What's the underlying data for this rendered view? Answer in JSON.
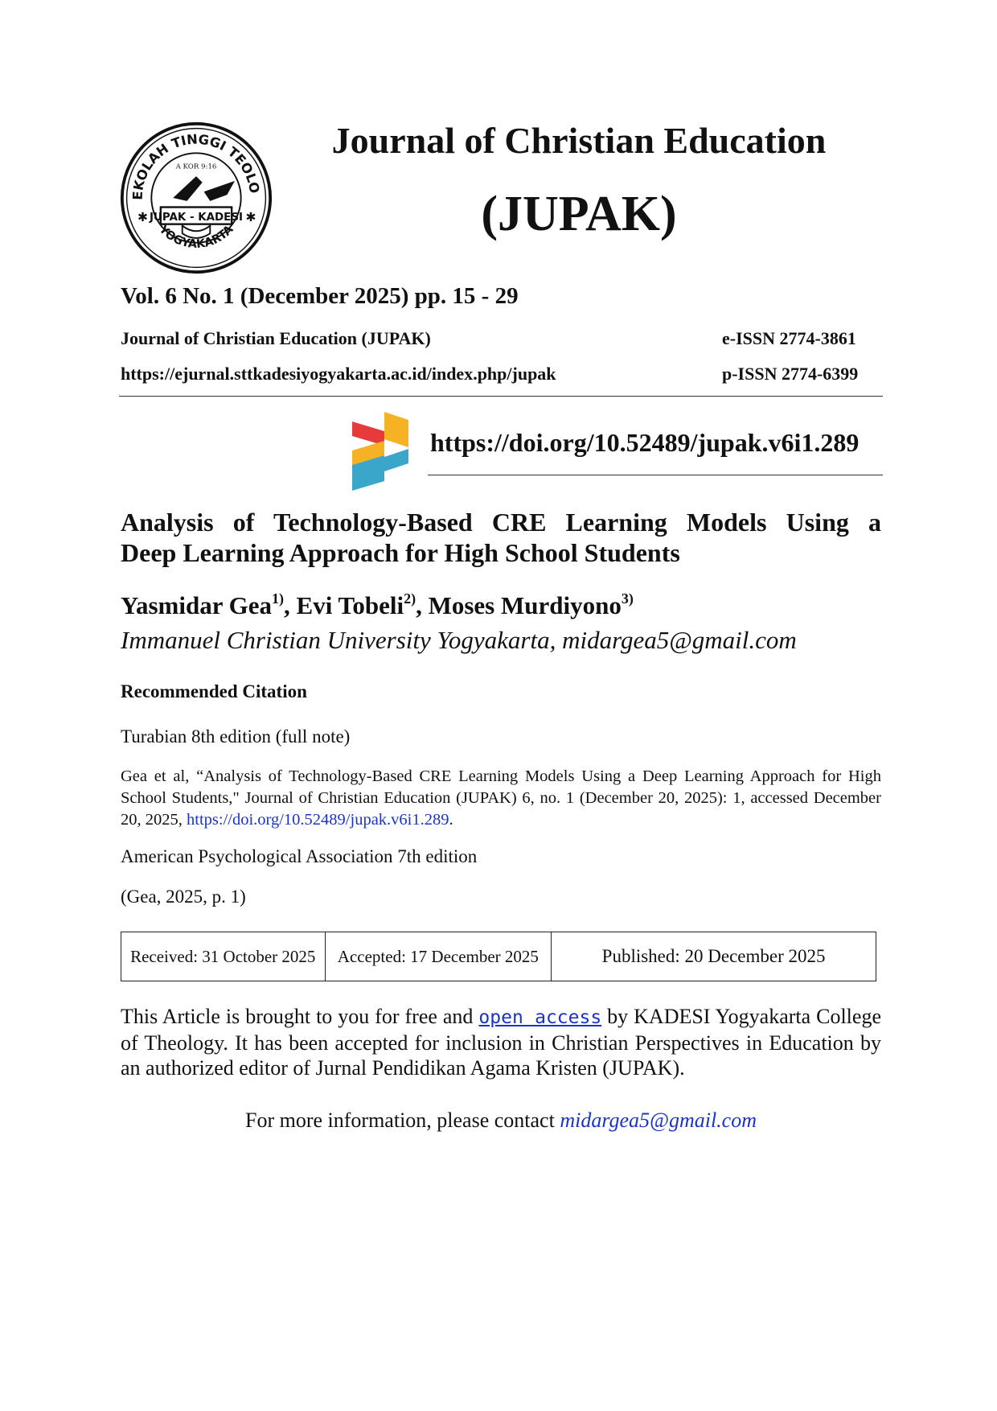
{
  "header": {
    "logo_text_top": "SEKOLAH TINGGI TEOLOGI",
    "logo_text_band": "JUPAK - KADESI",
    "logo_text_bottom": "YOGYAKARTA",
    "logo_text_small": "A KOR 9:16",
    "journal_title": "Journal of Christian Education",
    "journal_abbr": "(JUPAK)",
    "volume_line": "Vol. 6 No. 1 (December 2025) pp. 15 - 29",
    "journal_name_line": "Journal of Christian Education (JUPAK)",
    "journal_url": "https://ejurnal.sttkadesiyogyakarta.ac.id/index.php/jupak",
    "e_issn": "e-ISSN 2774-3861",
    "p_issn": "p-ISSN 2774-6399",
    "doi": "https://doi.org/10.52489/jupak.v6i1.289"
  },
  "article": {
    "title_line1": "Analysis of Technology-Based CRE Learning Models Using a",
    "title_line2": "Deep Learning Approach for High School Students",
    "authors": [
      {
        "name": "Yasmidar Gea",
        "mark": "1)"
      },
      {
        "name": "Evi Tobeli",
        "mark": "2)"
      },
      {
        "name": "Moses Murdiyono",
        "mark": "3)"
      }
    ],
    "author_sep": ", ",
    "affiliation": "Immanuel Christian University Yogyakarta, midargea5@gmail.com"
  },
  "citation": {
    "heading": "Recommended Citation",
    "style1_label": "Turabian 8th edition (full note)",
    "style1_text": "Gea et al, “Analysis of Technology-Based CRE Learning Models Using a Deep Learning Approach for High School Students,\" Journal of Christian Education (JUPAK) 6, no. 1 (December 20, 2025): 1, accessed December 20, 2025, ",
    "style1_link": "https://doi.org/10.52489/jupak.v6i1.289",
    "style1_end": ".",
    "style2_label": "American Psychological Association 7th edition",
    "style2_text": "(Gea, 2025, p. 1)"
  },
  "dates": {
    "received": "Received: 31 October 2025",
    "accepted": "Accepted: 17 December 2025",
    "published": "Published: 20 December 2025"
  },
  "access": {
    "text_before": "This Article is brought to you for free and ",
    "link": "open access",
    "text_after": " by KADESI Yogyakarta College of Theology. It has been accepted for inclusion in Christian Perspectives in Education by an authorized editor of Jurnal Pendidikan Agama Kristen (JUPAK).",
    "contact_text": "For more information, please contact ",
    "contact_email": "midargea5@gmail.com"
  },
  "colors": {
    "link": "#1a33c8",
    "doi_red": "#e63b3b",
    "doi_yellow": "#f5b324",
    "doi_blue": "#3aa6c9"
  }
}
